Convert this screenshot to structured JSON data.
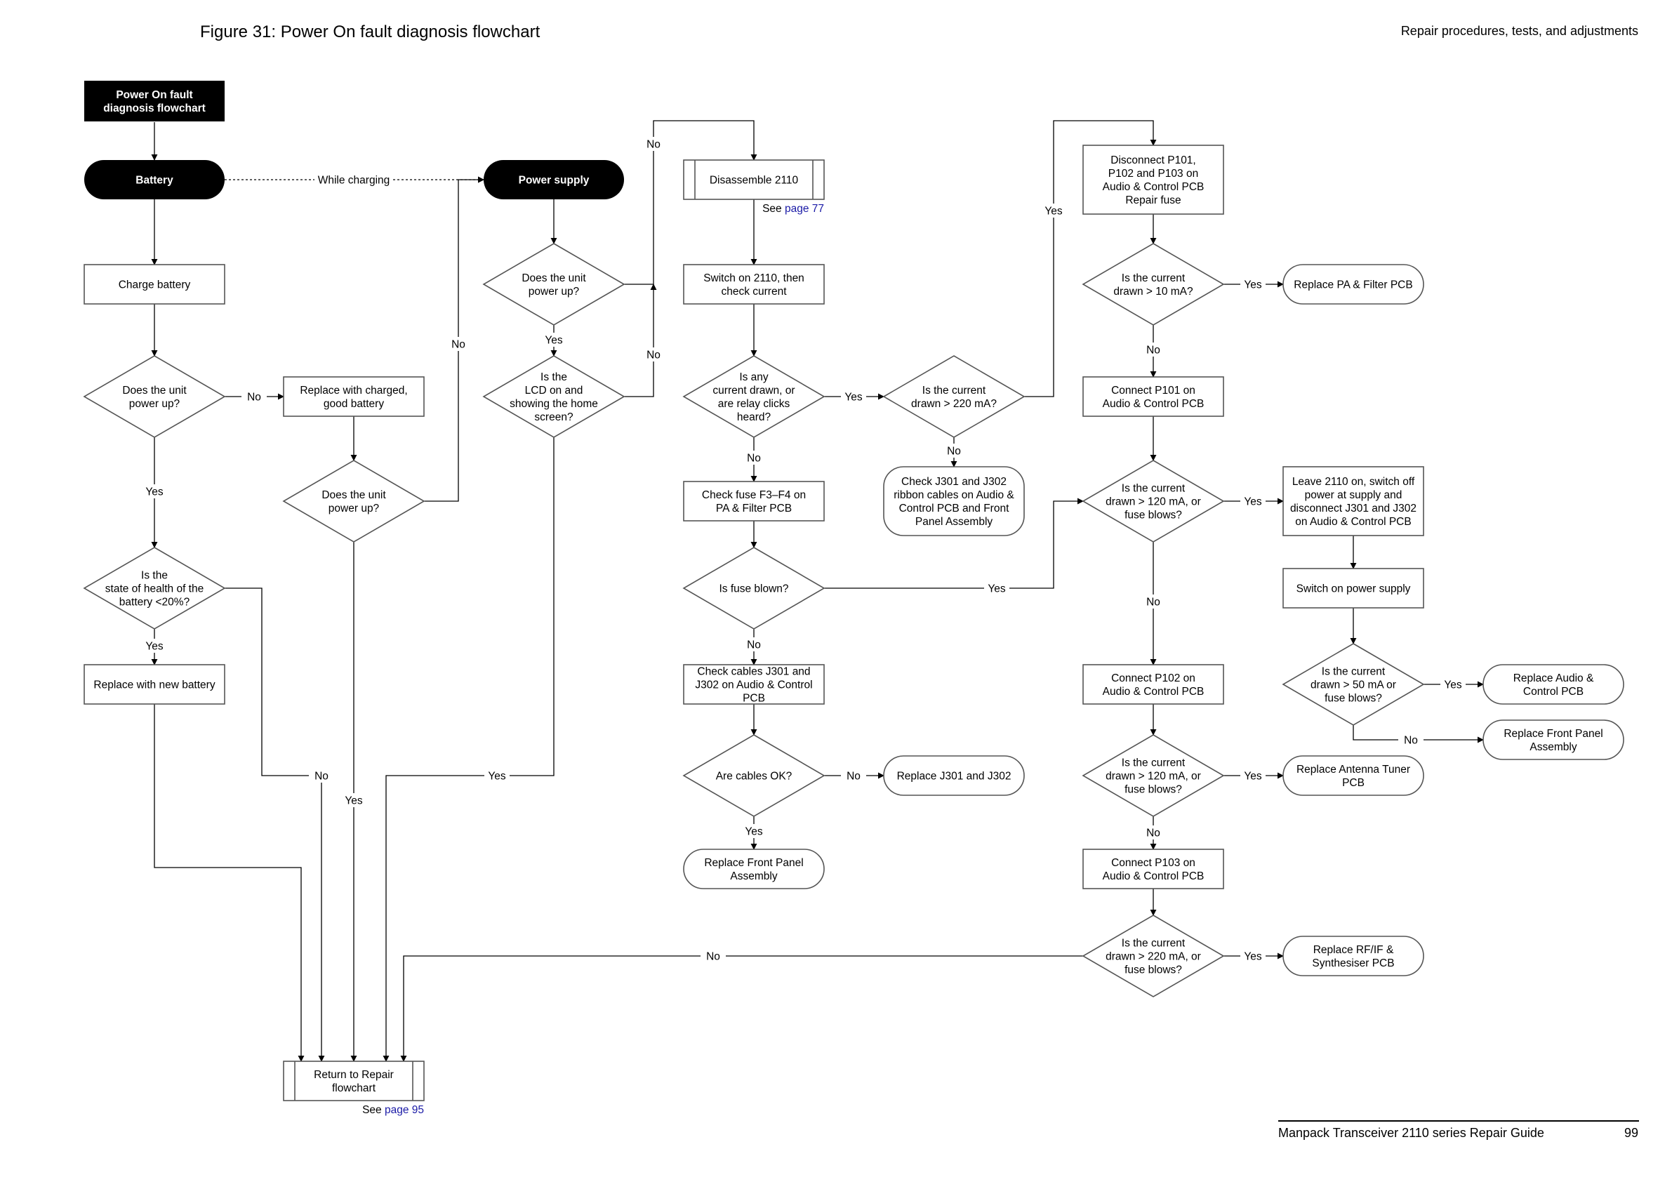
{
  "header": {
    "figure_title": "Figure 31:    Power On fault diagnosis flowchart",
    "section": "Repair procedures, tests, and adjustments"
  },
  "footer": {
    "guide": "Manpack Transceiver 2110 series Repair Guide",
    "page_number": "99"
  },
  "colors": {
    "terminal_fill": "#000000",
    "node_stroke": "#555555",
    "link": "#1a1aa6"
  },
  "nodes": [
    {
      "id": "title",
      "lines": [
        "Power On fault",
        "diagnosis flowchart"
      ]
    },
    {
      "id": "battery",
      "lines": [
        "Battery"
      ]
    },
    {
      "id": "power_supply",
      "lines": [
        "Power supply"
      ]
    },
    {
      "id": "charge_battery",
      "lines": [
        "Charge battery"
      ]
    },
    {
      "id": "unit_up_1",
      "lines": [
        "Does the unit",
        "power up?"
      ]
    },
    {
      "id": "replace_charged",
      "lines": [
        "Replace with charged,",
        "good battery"
      ]
    },
    {
      "id": "unit_up_2",
      "lines": [
        "Does the unit",
        "power up?"
      ]
    },
    {
      "id": "soh",
      "lines": [
        "Is the",
        "state of health of the",
        "battery <20%?"
      ]
    },
    {
      "id": "new_battery",
      "lines": [
        "Replace with new battery"
      ]
    },
    {
      "id": "ps_up",
      "lines": [
        "Does the unit",
        "power up?"
      ]
    },
    {
      "id": "lcd",
      "lines": [
        "Is the",
        "LCD on and",
        "showing the home",
        "screen?"
      ]
    },
    {
      "id": "disassemble",
      "lines": [
        "Disassemble 2110"
      ]
    },
    {
      "id": "switch_on",
      "lines": [
        "Switch on 2110, then",
        "check current"
      ]
    },
    {
      "id": "any_current",
      "lines": [
        "Is any",
        "current drawn, or",
        "are relay clicks",
        "heard?"
      ]
    },
    {
      "id": "check_fuse",
      "lines": [
        "Check fuse F3–F4 on",
        "PA & Filter PCB"
      ]
    },
    {
      "id": "fuse_blown",
      "lines": [
        "Is fuse blown?"
      ]
    },
    {
      "id": "check_cables",
      "lines": [
        "Check cables J301 and",
        "J302 on Audio & Control",
        "PCB"
      ]
    },
    {
      "id": "cables_ok",
      "lines": [
        "Are cables OK?"
      ]
    },
    {
      "id": "replace_j301",
      "lines": [
        "Replace J301 and J302"
      ]
    },
    {
      "id": "replace_fp_1",
      "lines": [
        "Replace Front Panel",
        "Assembly"
      ]
    },
    {
      "id": "current_220_a",
      "lines": [
        "Is the current",
        "drawn > 220 mA?"
      ]
    },
    {
      "id": "check_j301_ribbon",
      "lines": [
        "Check J301 and J302",
        "ribbon cables on Audio &",
        "Control PCB and Front",
        "Panel Assembly"
      ]
    },
    {
      "id": "disconnect",
      "lines": [
        "Disconnect P101,",
        "P102 and P103 on",
        "Audio & Control PCB",
        "Repair fuse"
      ]
    },
    {
      "id": "current_10",
      "lines": [
        "Is the current",
        "drawn > 10 mA?"
      ]
    },
    {
      "id": "replace_pa",
      "lines": [
        "Replace PA & Filter PCB"
      ]
    },
    {
      "id": "connect_p101",
      "lines": [
        "Connect P101 on",
        "Audio & Control PCB"
      ]
    },
    {
      "id": "current_120_a",
      "lines": [
        "Is the current",
        "drawn > 120 mA, or",
        "fuse blows?"
      ]
    },
    {
      "id": "leave_on",
      "lines": [
        "Leave 2110 on, switch off",
        "power at supply and",
        "disconnect J301 and J302",
        "on Audio & Control PCB"
      ]
    },
    {
      "id": "switch_ps",
      "lines": [
        "Switch on power supply"
      ]
    },
    {
      "id": "current_50",
      "lines": [
        "Is the current",
        "drawn > 50 mA or",
        "fuse blows?"
      ]
    },
    {
      "id": "replace_audio",
      "lines": [
        "Replace Audio &",
        "Control PCB"
      ]
    },
    {
      "id": "replace_fp_2",
      "lines": [
        "Replace Front Panel",
        "Assembly"
      ]
    },
    {
      "id": "connect_p102",
      "lines": [
        "Connect P102 on",
        "Audio & Control PCB"
      ]
    },
    {
      "id": "current_120_b",
      "lines": [
        "Is the current",
        "drawn > 120 mA, or",
        "fuse blows?"
      ]
    },
    {
      "id": "replace_antenna",
      "lines": [
        "Replace Antenna Tuner",
        "PCB"
      ]
    },
    {
      "id": "connect_p103",
      "lines": [
        "Connect P103 on",
        "Audio & Control PCB"
      ]
    },
    {
      "id": "current_220_b",
      "lines": [
        "Is the current",
        "drawn > 220 mA, or",
        "fuse blows?"
      ]
    },
    {
      "id": "replace_rf",
      "lines": [
        "Replace RF/IF &",
        "Synthesiser PCB"
      ]
    },
    {
      "id": "return_repair",
      "lines": [
        "Return to Repair",
        "flowchart"
      ]
    }
  ],
  "edge_labels": {
    "while_charging": "While charging",
    "yes": "Yes",
    "no": "No"
  },
  "references": [
    {
      "id": "ref_disassemble",
      "prefix": "See ",
      "link": "page 77"
    },
    {
      "id": "ref_return",
      "prefix": "See ",
      "link": "page 95"
    }
  ]
}
